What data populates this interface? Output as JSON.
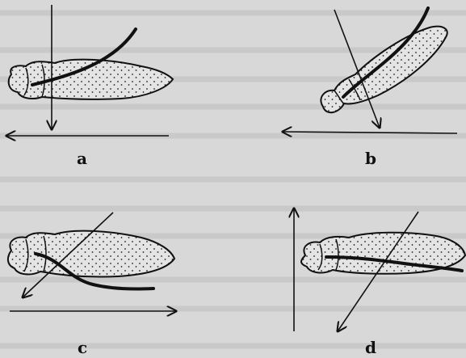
{
  "panels": [
    {
      "id": "a",
      "label": "a"
    },
    {
      "id": "b",
      "label": "b"
    },
    {
      "id": "c",
      "label": "c"
    },
    {
      "id": "d",
      "label": "d"
    }
  ],
  "colors": {
    "ink": "#111111",
    "paper": "#d8d8d8",
    "bleed_through": "#b9b9b9"
  }
}
